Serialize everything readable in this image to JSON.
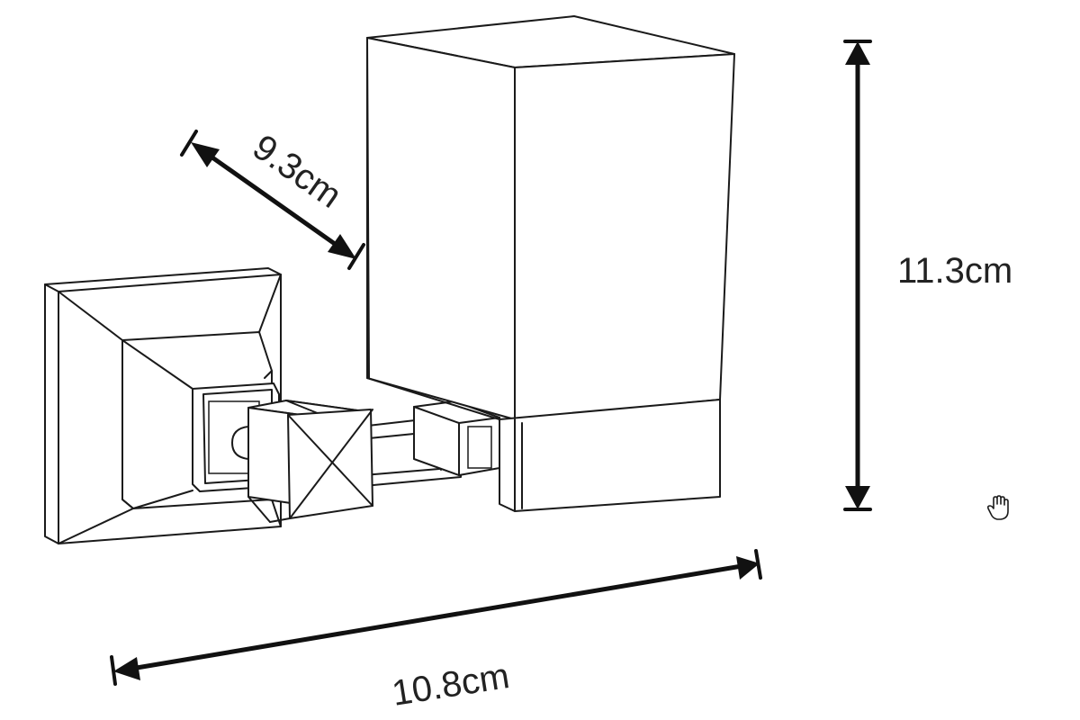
{
  "dimensions": {
    "depth": {
      "label": "9.3cm",
      "value": 9.3,
      "unit": "cm"
    },
    "height": {
      "label": "11.3cm",
      "value": 11.3,
      "unit": "cm"
    },
    "width": {
      "label": "10.8cm",
      "value": 10.8,
      "unit": "cm"
    }
  },
  "colors": {
    "line": "#1a1a1a",
    "arrow": "#111111",
    "background": "#ffffff"
  },
  "icons": {
    "cursor": "hand-cursor-icon"
  }
}
